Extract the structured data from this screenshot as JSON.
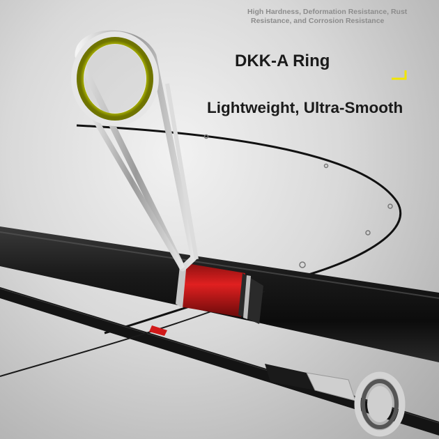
{
  "spec_note": {
    "line1": "High Hardness, Deformation Resistance, Rust",
    "line2": "Resistance, and Corrosion Resistance"
  },
  "ring_title": "DKK-A Ring",
  "tagline": "Lightweight, Ultra-Smooth",
  "colors": {
    "ring_insert": "#c8d400",
    "thread_wrap": "#d11a1a",
    "rod_blank": "#1c1c1c",
    "guide_frame": "#cfcfcf",
    "accent": "#f2e600"
  }
}
